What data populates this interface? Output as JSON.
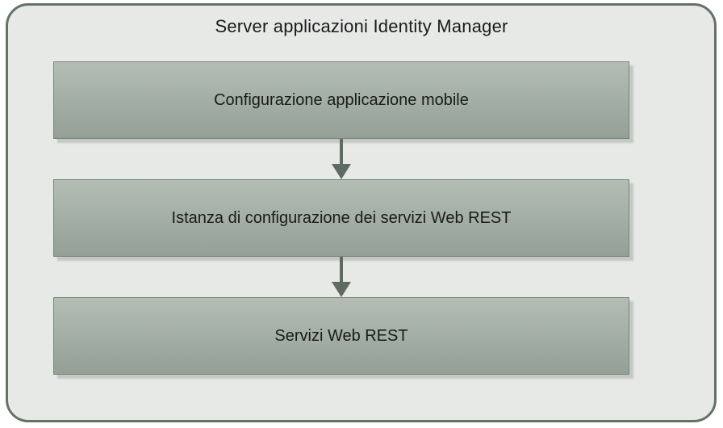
{
  "diagram": {
    "title": "Server applicazioni Identity Manager",
    "nodes": [
      {
        "id": "configurazione-applicazione-mobile",
        "label": "Configurazione applicazione mobile"
      },
      {
        "id": "istanza-configurazione-servizi-web-rest",
        "label": "Istanza di configurazione dei servizi Web REST"
      },
      {
        "id": "servizi-web-rest",
        "label": "Servizi Web REST"
      }
    ],
    "connectors": [
      {
        "from": "configurazione-applicazione-mobile",
        "to": "istanza-configurazione-servizi-web-rest",
        "direction": "down"
      },
      {
        "from": "istanza-configurazione-servizi-web-rest",
        "to": "servizi-web-rest",
        "direction": "down"
      }
    ],
    "colors": {
      "container_background": "#e7e9e7",
      "container_border": "#627366",
      "node_fill_top": "#b3bdb3",
      "node_fill_bottom": "#94a096",
      "node_border": "#76857a",
      "node_shadow": "#c3c8c3",
      "arrow": "#5d6b60",
      "text": "#1a1a1a"
    }
  }
}
